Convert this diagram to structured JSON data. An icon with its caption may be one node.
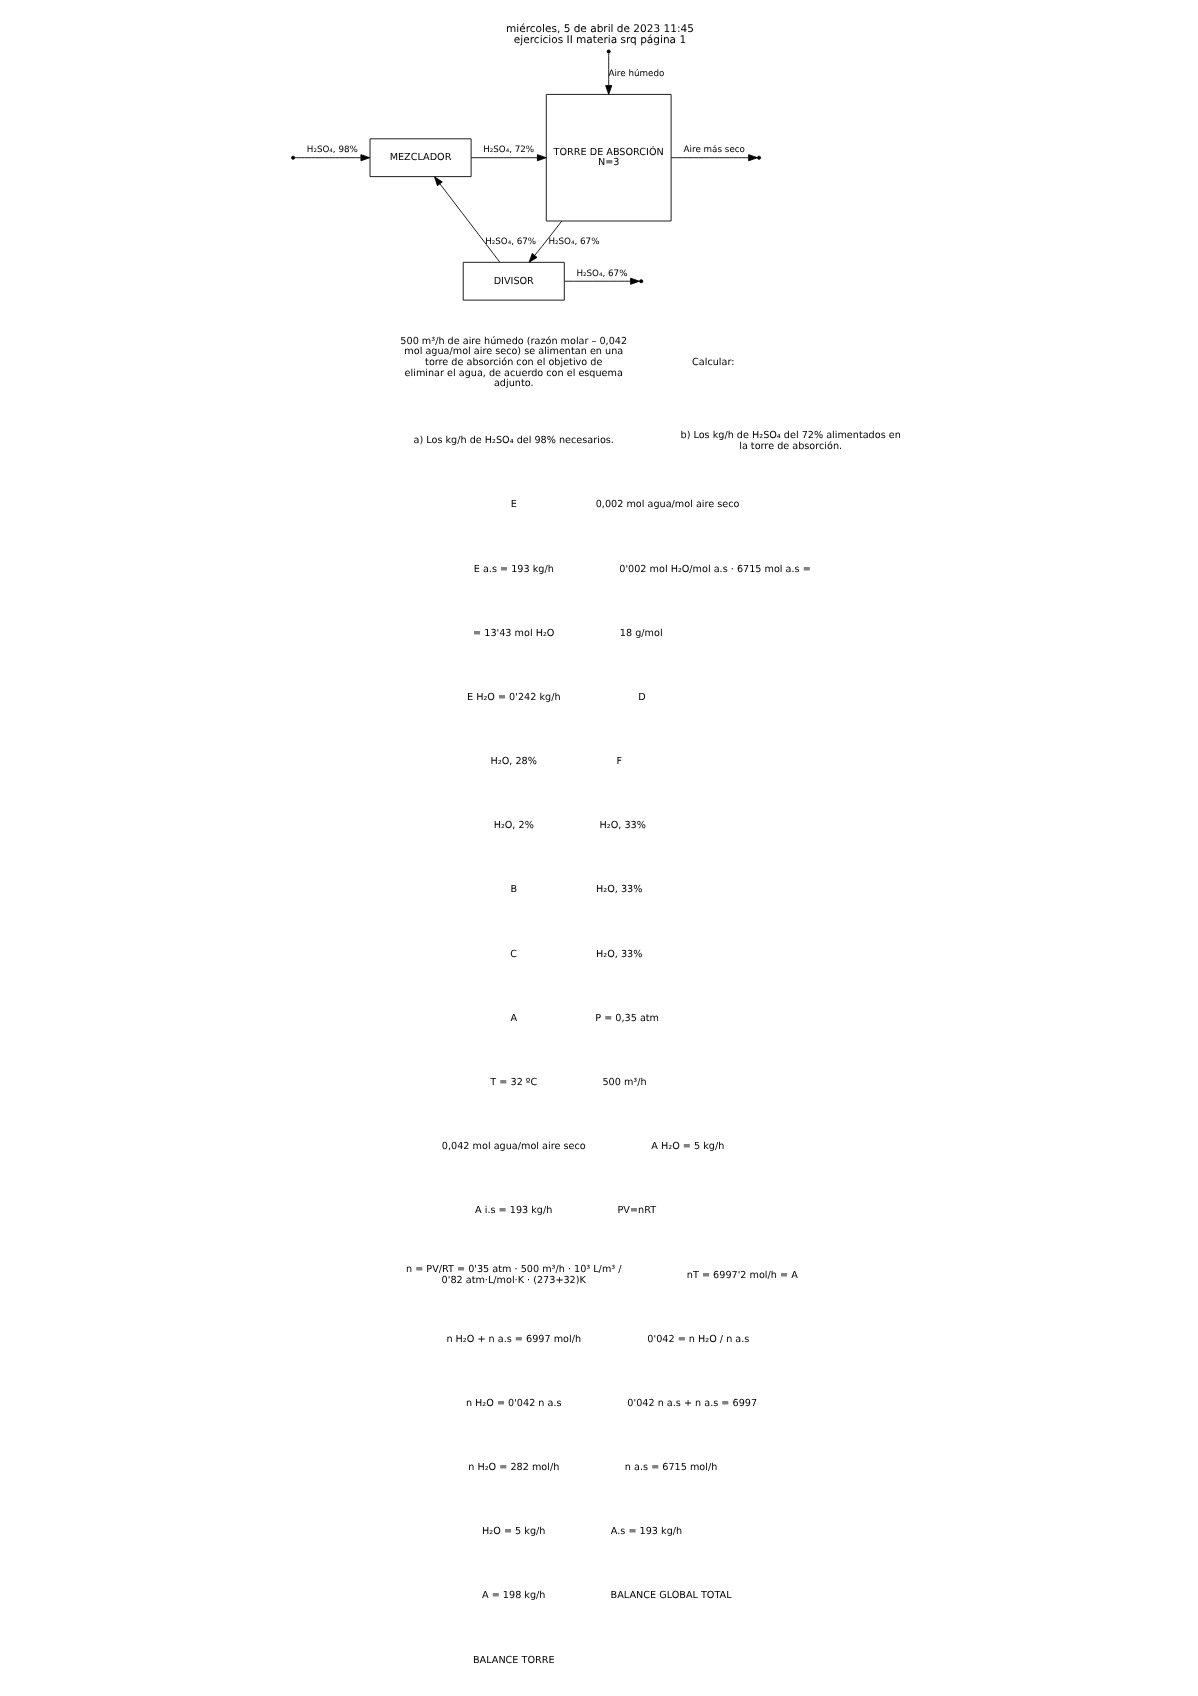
{
  "diagram": {
    "title": "miércoles, 5 de abril de 2023 11:45",
    "caption": "ejercicios II materia srq página 1",
    "nodes": [
      {
        "text": [
          "TORRE DE ABSORCIÓN",
          "N=3"
        ]
      },
      {
        "text": [
          "MEZCLADOR"
        ]
      },
      {
        "text": [
          "DIVISOR"
        ]
      }
    ],
    "edges": [
      {
        "from": 0,
        "to": null,
        "arrow": "to",
        "label": "Aire más seco"
      },
      {
        "from": null,
        "to": 0,
        "arrow": "to",
        "label": "Aire húmedo"
      },
      {
        "from": 1,
        "to": 0,
        "arrow": "to",
        "label": "H₂SO₄, 72%"
      },
      {
        "from": null,
        "to": 1,
        "arrow": "to",
        "label": "H₂SO₄, 98%"
      },
      {
        "from": 0,
        "to": 2,
        "arrow": "to",
        "label": "H₂SO₄, 67%"
      },
      {
        "from": 2,
        "to": 1,
        "arrow": "to",
        "label": "H₂SO₄, 67%"
      },
      {
        "from": 2,
        "to": null,
        "arrow": "to",
        "label": "H₂SO₄, 67%"
      }
    ],
    "labels": [
      "500 m³/h de aire húmedo (razón molar – 0,042 mol agua/mol aire seco) se alimentan en una torre de absorción con el objetivo de eliminar el agua, de acuerdo con el esquema adjunto.",
      "Calcular:",
      "a) Los kg/h de H₂SO₄ del 98% necesarios.",
      "b) Los kg/h de H₂SO₄ del 72% alimentados en la torre de absorción.",
      "E",
      "0,002 mol agua/mol aire seco",
      "E a.s = 193 kg/h",
      "0'002 mol H₂O/mol a.s · 6715 mol a.s =",
      "= 13'43 mol H₂O",
      "18 g/mol",
      "E H₂O = 0'242 kg/h",
      "D",
      "H₂O, 28%",
      "F",
      "H₂O, 2%",
      "H₂O, 33%",
      "B",
      "H₂O, 33%",
      "C",
      "H₂O, 33%",
      "A",
      "P = 0,35 atm",
      "T = 32 ºC",
      "500 m³/h",
      "0,042 mol agua/mol aire seco",
      "A H₂O = 5 kg/h",
      "A i.s = 193 kg/h",
      "PV=nRT",
      "n = PV/RT = 0'35 atm · 500 m³/h · 10³ L/m³ / 0'82 atm·L/mol·K · (273+32)K",
      "nT = 6997'2 mol/h = A",
      "n H₂O + n a.s = 6997 mol/h",
      "0'042 = n H₂O / n a.s",
      "n H₂O = 0'042 n a.s",
      "0'042 n a.s + n a.s = 6997",
      "n H₂O = 282 mol/h",
      "n a.s = 6715 mol/h",
      "H₂O = 5 kg/h",
      "A.s = 193 kg/h",
      "A = 198 kg/h",
      "BALANCE GLOBAL TOTAL",
      "BALANCE TORRE"
    ]
  }
}
